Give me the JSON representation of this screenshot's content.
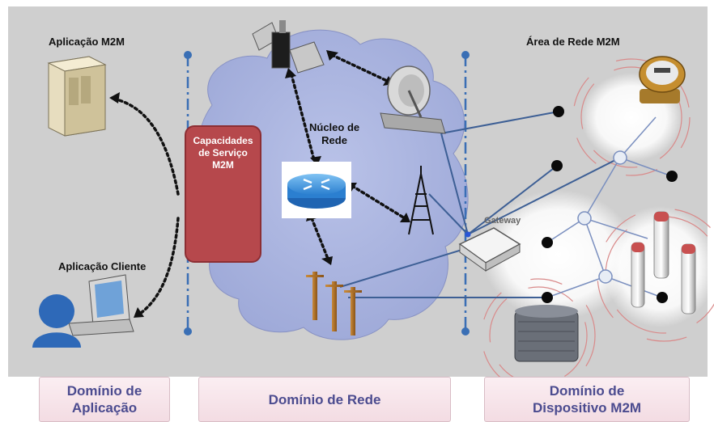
{
  "labels": {
    "app_m2m": "Aplicação M2M",
    "app_client": "Aplicação Cliente",
    "core_network_line1": "Núcleo de",
    "core_network_line2": "Rede",
    "service_line1": "Capacidades",
    "service_line2": "de Serviço",
    "service_line3": "M2M",
    "gateway": "Gateway",
    "m2m_area": "Área de Rede M2M"
  },
  "domains": {
    "application": {
      "line1": "Domínio de",
      "line2": "Aplicação"
    },
    "network": {
      "line1": "Domínio de Rede"
    },
    "device": {
      "line1": "Domínio de",
      "line2": "Dispositivo M2M"
    }
  },
  "colors": {
    "background_panel": "#cfcfcf",
    "cloud": "#a9b3dd",
    "service_box": "#b6484c",
    "divider": "#3a6fb5",
    "link": "#3d5f95",
    "domain_text": "#4b4b8f"
  },
  "icons": [
    "server-icon",
    "user-computer-icon",
    "satellite-icon",
    "satellite-dish-icon",
    "router-icon",
    "cell-tower-icon",
    "power-pole-icon",
    "gateway-device-icon",
    "water-meter-icon",
    "gas-cylinder-icon",
    "appliance-icon",
    "gears-icon"
  ]
}
